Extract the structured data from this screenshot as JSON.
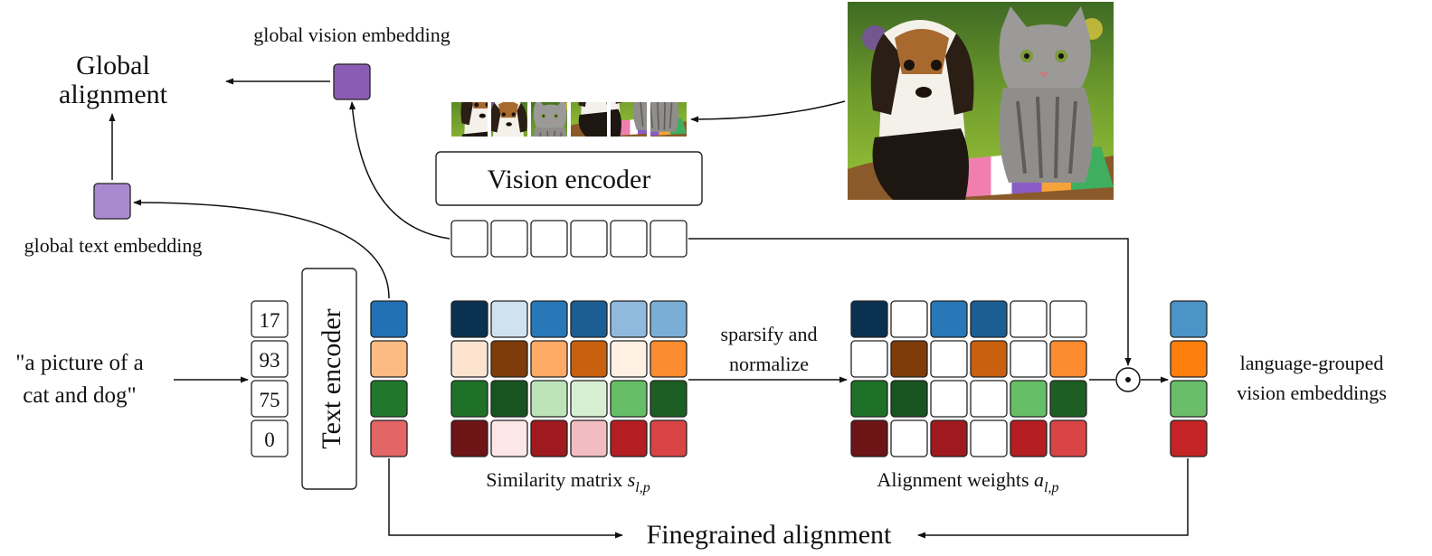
{
  "labels": {
    "global_alignment_line1": "Global",
    "global_alignment_line2": "alignment",
    "global_vision_embedding": "global vision embedding",
    "global_text_embedding": "global text embedding",
    "vision_encoder": "Vision encoder",
    "text_encoder": "Text encoder",
    "caption_line1": "\"a picture of a",
    "caption_line2": "cat and dog\"",
    "sparsify_line1": "sparsify and",
    "sparsify_line2": "normalize",
    "similarity_matrix": "Similarity matrix ",
    "similarity_symbol": "s",
    "similarity_subscript": "l,p",
    "alignment_weights": "Alignment weights ",
    "alignment_symbol": "a",
    "alignment_subscript": "l,p",
    "language_grouped_line1": "language-grouped",
    "language_grouped_line2": "vision embeddings",
    "finegrained_alignment": "Finegrained alignment",
    "elementwise_product_symbol": "⊙"
  },
  "tokens": [
    "17",
    "93",
    "75",
    "0"
  ],
  "colors": {
    "global_vision": "#8a5cb3",
    "global_text": "#a98ad0",
    "text_embeddings": [
      "#2271b4",
      "#fdbb84",
      "#21782d",
      "#e36565"
    ],
    "similarity_matrix": [
      [
        "#0b3150",
        "#cfe2f0",
        "#2678b8",
        "#1c5e93",
        "#8fbade",
        "#7aaed6"
      ],
      [
        "#fde4d0",
        "#7f3c0a",
        "#fdab66",
        "#c9600f",
        "#fef1e3",
        "#fd8c30"
      ],
      [
        "#1f7127",
        "#175420",
        "#bce4b8",
        "#d7eed3",
        "#66bf67",
        "#1c5e23"
      ],
      [
        "#6d1417",
        "#fde6e6",
        "#9f1a1e",
        "#f1bdc0",
        "#b51e23",
        "#d94545"
      ]
    ],
    "alignment_weights": [
      [
        "#0b3150",
        "#ffffff",
        "#2678b8",
        "#1c5e93",
        "#ffffff",
        "#ffffff"
      ],
      [
        "#ffffff",
        "#7f3c0a",
        "#ffffff",
        "#c9600f",
        "#ffffff",
        "#fd8c30"
      ],
      [
        "#1f7127",
        "#175420",
        "#ffffff",
        "#ffffff",
        "#66bf67",
        "#1c5e23"
      ],
      [
        "#6d1417",
        "#ffffff",
        "#9f1a1e",
        "#ffffff",
        "#b51e23",
        "#d94545"
      ]
    ],
    "grouped_vision_embeddings": [
      "#4c93c8",
      "#fd7f0e",
      "#6abe6a",
      "#c42425"
    ],
    "vision_patch_embeddings": [
      "#ffffff",
      "#ffffff",
      "#ffffff",
      "#ffffff",
      "#ffffff",
      "#ffffff"
    ]
  },
  "images": {
    "main_photo": "puppy and kitten sitting in a striped basket on grass",
    "patch_strip": "six patches cropped from the photo"
  }
}
